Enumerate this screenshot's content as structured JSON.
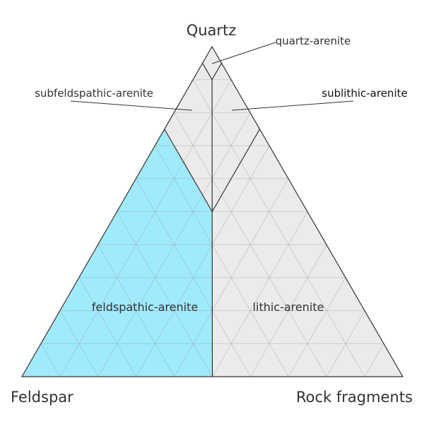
{
  "vertices": {
    "top": "Quartz",
    "left": "Feldspar",
    "right": "Rock fragments"
  },
  "regions": [
    {
      "name": "quartz-arenite",
      "color": "#ebebeb"
    },
    {
      "name": "subfeldspathic-arenite",
      "color": "#ebebeb"
    },
    {
      "name": "sublithic-arenite",
      "color": "#ebebeb"
    },
    {
      "name": "feldspathic-arenite",
      "color": "#a0eafd"
    },
    {
      "name": "lithic-arenite",
      "color": "#ebebeb"
    }
  ],
  "grid_step_percent": 10
}
